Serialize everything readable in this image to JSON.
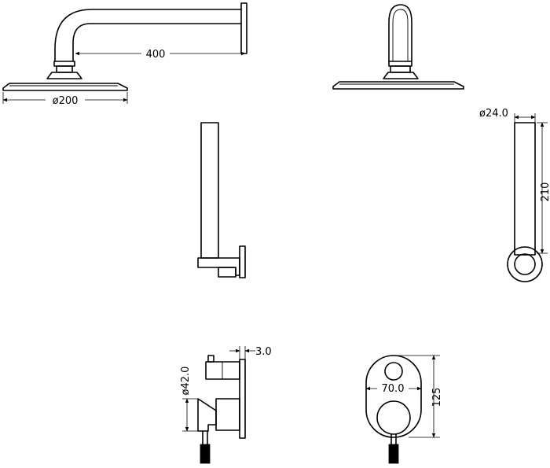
{
  "dimensions": {
    "arm_length": "400",
    "head_diameter": "ø200",
    "rail_diameter": "ø24.0",
    "rail_length": "210",
    "plate_thickness": "3.0",
    "handle_diameter": "ø42.0",
    "plate_width": "70.0",
    "plate_height": "125"
  }
}
